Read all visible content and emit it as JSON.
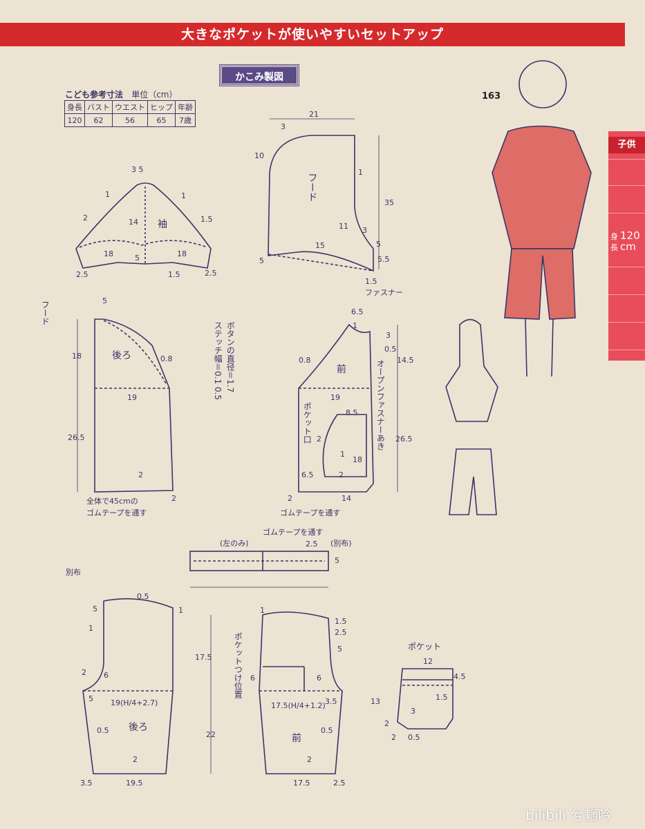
{
  "header": {
    "title": "大きなポケットが使いやすいセットアップ"
  },
  "section_label": "かこみ製図",
  "page_number": "163",
  "side_tab": {
    "category": "子供",
    "size_kanji_1": "身",
    "size_kanji_2": "長",
    "size_value": "120",
    "size_unit": "cm"
  },
  "size_table": {
    "title": "こども参考寸法",
    "unit": "単位（cm）",
    "headers": [
      "身長",
      "バスト",
      "ウエスト",
      "ヒップ",
      "年齢"
    ],
    "values": [
      "120",
      "62",
      "56",
      "65",
      "7歳"
    ]
  },
  "pieces": {
    "sleeve": "袖",
    "hood": "フード",
    "back": "後ろ",
    "front": "前",
    "pants_back": "後ろ",
    "pants_front": "前",
    "pocket": "ポケット",
    "pocket_opening": "ポケット口",
    "hood_label": "フード",
    "separate_fabric": "別布"
  },
  "notes": {
    "button": "ボタンの直径＝1.7",
    "stitch": "ステッチ幅＝0.1 0.5",
    "open_zipper": "オープンファスナーあき",
    "zipper": "ファスナー",
    "elastic_1": "全体で45cmの",
    "elastic_2": "ゴムテープを通す",
    "elastic_front": "ゴムテープを通す",
    "waistband_elastic": "ゴムテープを通す",
    "left_only": "(左のみ)",
    "separate": "(別布)",
    "pocket_position": "ポケットつけ位置"
  },
  "measurements": {
    "sleeve_top": "3 5",
    "sleeve_1a": "1",
    "sleeve_1b": "1",
    "sleeve_2": "2",
    "sleeve_15a": "1.5",
    "sleeve_14": "14",
    "sleeve_18a": "18",
    "sleeve_18b": "18",
    "sleeve_5": "5",
    "sleeve_25a": "2.5",
    "sleeve_25b": "2.5",
    "sleeve_15b": "1.5",
    "hood_21": "21",
    "hood_3": "3",
    "hood_10": "10",
    "hood_1": "1",
    "hood_35": "35",
    "hood_11": "11",
    "hood_3b": "3",
    "hood_15": "15",
    "hood_5": "5",
    "hood_5b": "5",
    "hood_55": "5.5",
    "hood_15b": "1.5",
    "back_5": "5",
    "back_18": "18",
    "back_08": "0.8",
    "back_19": "19",
    "back_265": "26.5",
    "back_2": "2",
    "back_2b": "2",
    "front_65": "6.5",
    "front_1": "1",
    "front_3": "3",
    "front_05": "0.5",
    "front_145": "14.5",
    "front_08": "0.8",
    "front_19": "19",
    "front_85": "8.5",
    "front_2": "2",
    "front_1b": "1",
    "front_18": "18",
    "front_265": "26.5",
    "front_65b": "6.5",
    "front_2b": "2",
    "front_14": "14",
    "front_2c": "2",
    "band_25": "2.5",
    "band_5": "5",
    "pb_05": "0.5",
    "pb_5": "5",
    "pb_1": "1",
    "pb_1b": "1",
    "pb_2": "2",
    "pb_6": "6",
    "pb_5b": "5",
    "pb_19": "19(H/4+2.7)",
    "pb_05b": "0.5",
    "pb_2b": "2",
    "pb_35": "3.5",
    "pb_195": "19.5",
    "pf_1": "1",
    "pf_15": "1.5",
    "pf_25": "2.5",
    "pf_5": "5",
    "pf_6": "6",
    "pf_6b": "6",
    "pf_175": "17.5(H/4+1.2)",
    "pf_35": "3.5",
    "pf_05": "0.5",
    "pf_2": "2",
    "pf_175b": "17.5",
    "pf_25b": "2.5",
    "pants_175": "17.5",
    "pants_22": "22",
    "pk_12": "12",
    "pk_45": "4.5",
    "pk_13": "13",
    "pk_15": "1.5",
    "pk_3": "3",
    "pk_2": "2",
    "pk_2b": "2",
    "pk_05": "0.5"
  },
  "colors": {
    "ink": "#3b3468",
    "banner": "#d52a2c",
    "paper": "#ede3d3",
    "tab": "#e94c5a",
    "label_bg": "#5a4a86"
  },
  "watermark": "bilibili 兮魍吟"
}
